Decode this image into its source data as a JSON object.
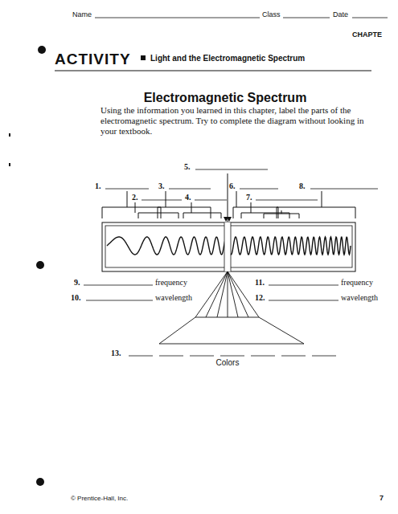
{
  "diagram": {
    "title": "Electromagnetic Spectrum",
    "labels": [
      "Name",
      "Class",
      "Date",
      "CHAPTE",
      "ACTIVITY",
      "Light and the Electromagnetic Spectrum",
      "Using the information you learned in this chapter, label the parts of the electromagnetic spectrum. Try to complete the diagram without looking in your textbook.",
      "5.",
      "1.",
      "3.",
      "6.",
      "8.",
      "2.",
      "4.",
      "7.",
      "9.",
      "frequency",
      "10.",
      "wavelength",
      "11.",
      "frequency",
      "12.",
      "wavelength",
      "13.",
      "Colors",
      "© Prentice-Hall, Inc.",
      "7"
    ]
  }
}
